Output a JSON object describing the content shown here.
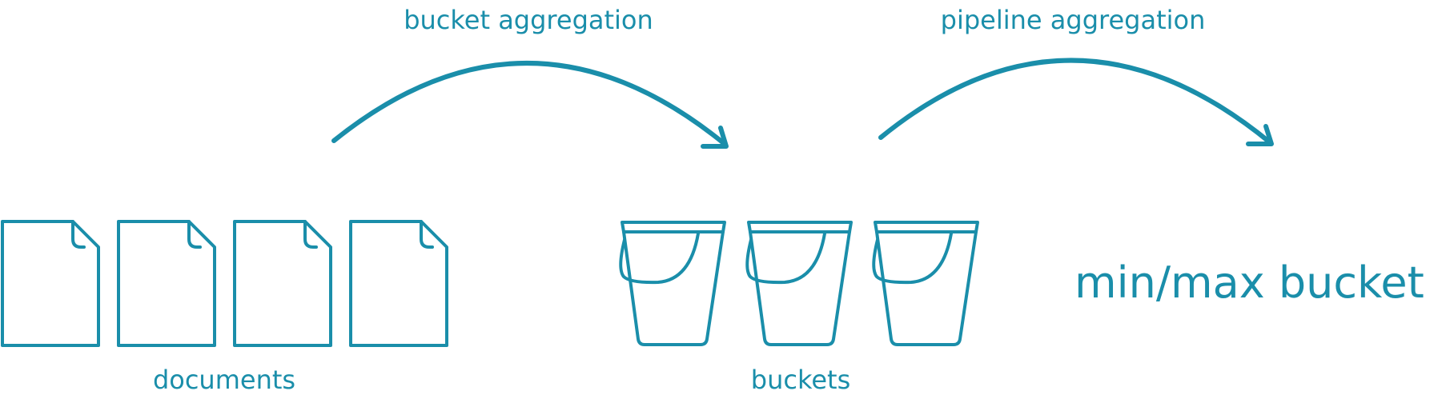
{
  "colors": {
    "primary": "#1a8eaa",
    "background": "#ffffff"
  },
  "labels": {
    "bucket_aggregation": "bucket aggregation",
    "pipeline_aggregation": "pipeline aggregation",
    "documents": "documents",
    "buckets": "buckets",
    "result": "min/max bucket"
  },
  "icons": {
    "document": "document-icon",
    "bucket": "bucket-icon",
    "arrow": "curved-arrow"
  },
  "counts": {
    "documents": 4,
    "buckets": 3
  }
}
